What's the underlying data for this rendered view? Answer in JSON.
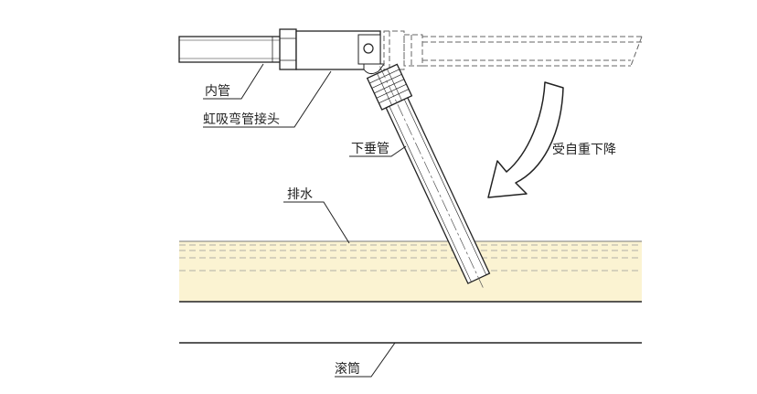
{
  "labels": {
    "inner_tube": "内管",
    "siphon_joint": "虹吸弯管接头",
    "drop_tube": "下垂管",
    "gravity_drop": "受自重下降",
    "drain_water": "排水",
    "drum": "滚筒"
  },
  "colors": {
    "water_fill": "#fbf3d2",
    "line": "#222222",
    "hidden_line": "#666666"
  }
}
